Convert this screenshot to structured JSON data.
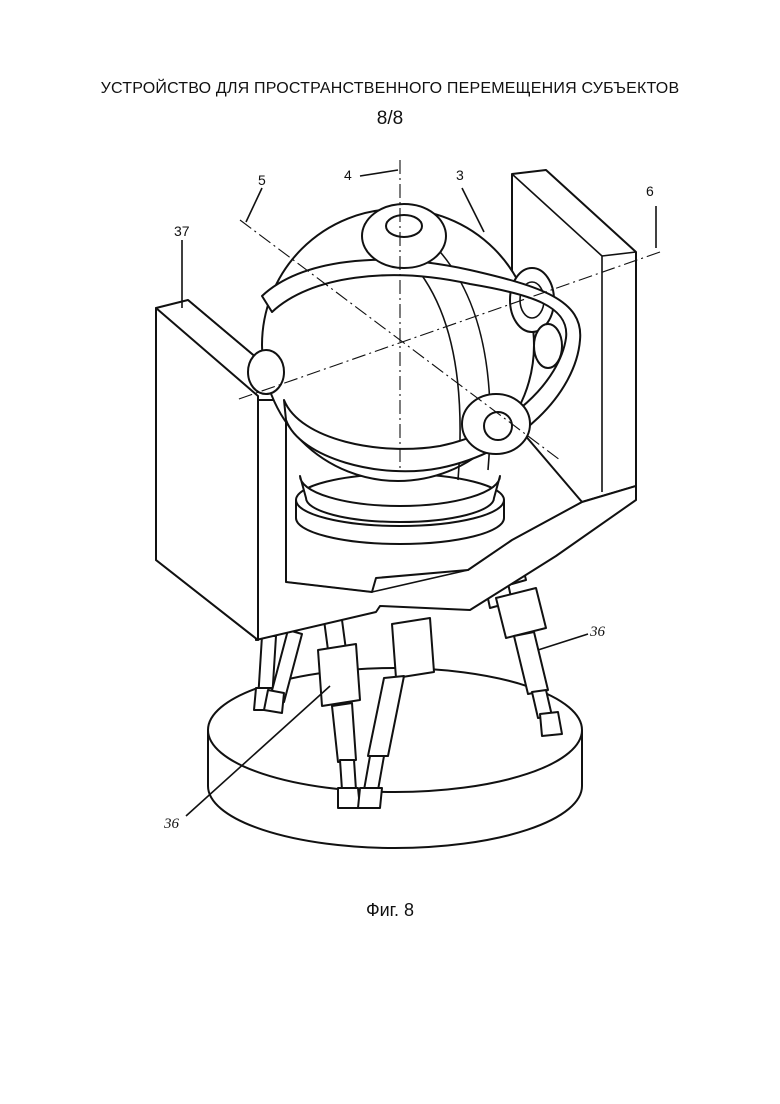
{
  "header": {
    "title": "УСТРОЙСТВО ДЛЯ ПРОСТРАНСТВЕННОГО ПЕРЕМЕЩЕНИЯ СУБЪЕКТОВ",
    "sheet": "8/8"
  },
  "figure": {
    "caption": "Фиг. 8",
    "refs": {
      "r4": "4",
      "r5": "5",
      "r3": "3",
      "r6": "6",
      "r37": "37",
      "r36_right": "36",
      "r36_left": "36"
    }
  }
}
